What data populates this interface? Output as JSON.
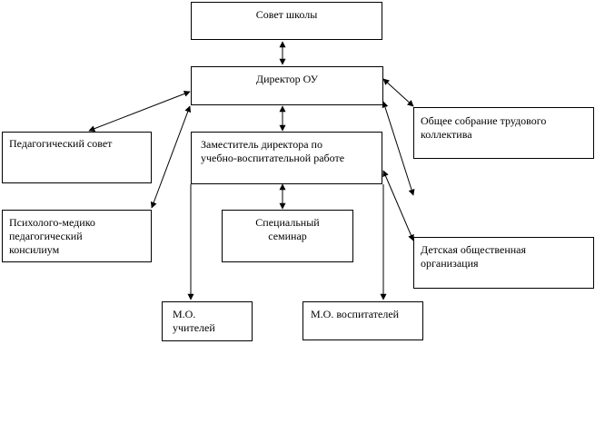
{
  "boxes": {
    "school_council": "Совет школы",
    "director": "Директор ОУ",
    "general_meeting": "Общее собрание трудового\nколлектива",
    "pedagogical_council": "Педагогический совет",
    "deputy_director": "Заместитель директора по\nучебно-воспитательной  работе",
    "pmp_council": "Психолого-медико\nпедагогический\nконсилиум",
    "special_seminar": "Специальный\nсеминар",
    "childrens_organization": "Детская общественная\nорганизация",
    "mo_teachers": "М.О.\nучителей",
    "mo_educators": "М.О. воспитателей"
  }
}
